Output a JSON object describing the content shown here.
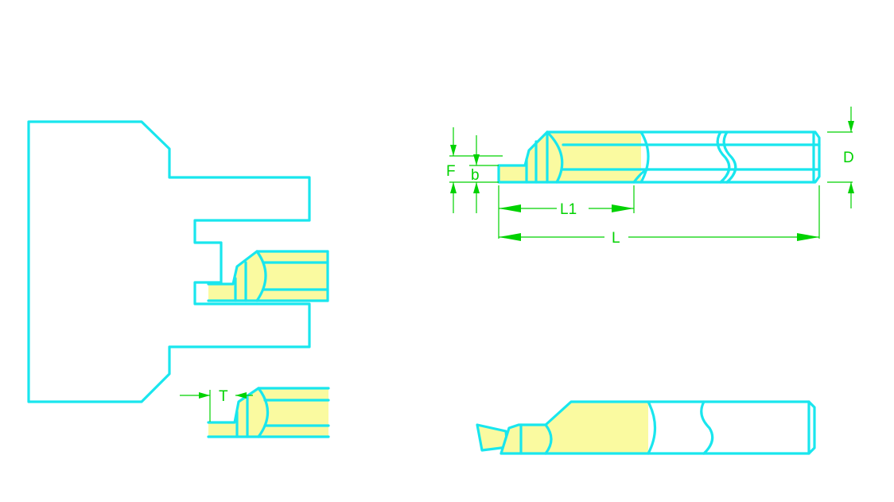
{
  "colors": {
    "outline": "#19e6ee",
    "insert_fill": "#fafaa0",
    "hatch": "#8a8a8a",
    "dimension": "#00d200",
    "background": "#ffffff"
  },
  "dimension_labels": {
    "F": "F",
    "b": "b",
    "D": "D",
    "L1": "L1",
    "L": "L",
    "T": "T"
  }
}
